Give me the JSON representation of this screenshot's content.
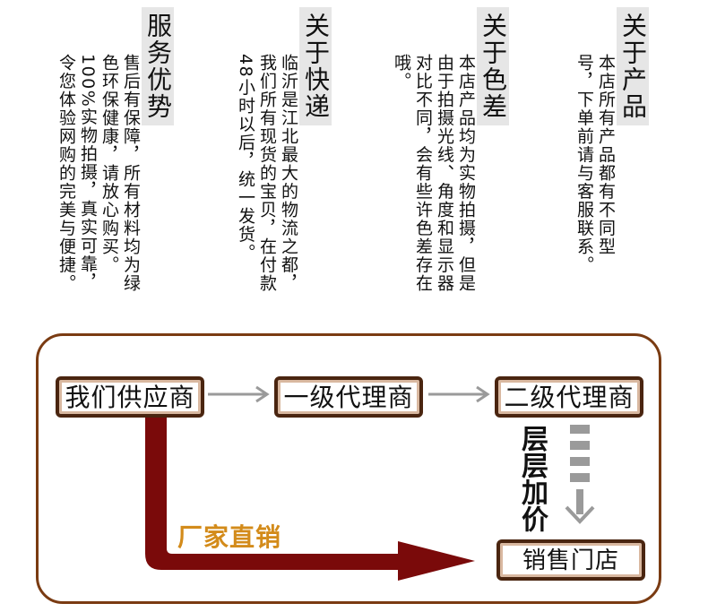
{
  "columns": [
    {
      "title": "关于产品",
      "body": "本店所有产品都有不同型号，下单前请与客服联系。"
    },
    {
      "title": "关于色差",
      "body": "本店产品均为实物拍摄，但是由于拍摄光线、角度和显示器对比不同，会有些许色差存在哦。"
    },
    {
      "title": "关于快递",
      "body": "临沂是江北最大的物流之都，我们所有现货的宝贝，在付款48小时以后，统一发货。"
    },
    {
      "title": "服务优势",
      "body": "售后有保障，所有材料均为绿色环保健康，请放心购买。100%实物拍摄，真实可靠，令您体验网购的完美与便捷。"
    }
  ],
  "flow": {
    "supplier": "我们供应商",
    "level1": "一级代理商",
    "level2": "二级代理商",
    "markup": "层层加价",
    "store": "销售门店",
    "direct": "厂家直销"
  },
  "colors": {
    "frame": "#7a3b12",
    "arrow_main": "#7a0a0a",
    "arrow_gray": "#9a9a9a",
    "direct_text": "#d38b1a"
  }
}
